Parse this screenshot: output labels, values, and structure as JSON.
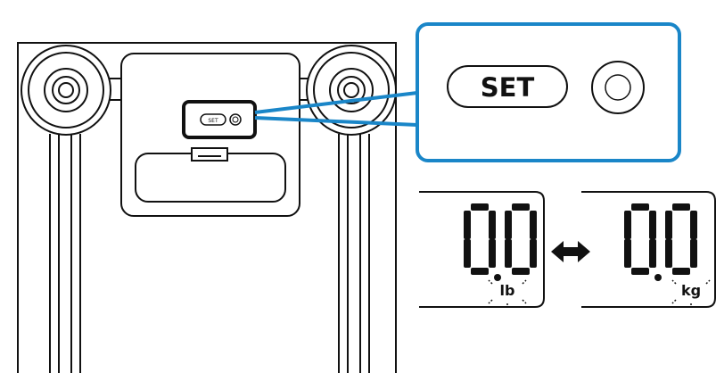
{
  "panel": {
    "set_button_label": "SET",
    "set_button_small_label": "SET"
  },
  "displays": [
    {
      "reading": "0.0",
      "unit": "lb"
    },
    {
      "reading": "0.0",
      "unit": "kg"
    }
  ],
  "toggle_arrow": "↔",
  "colors": {
    "callout_border": "#1a86c8",
    "line": "#111111",
    "background": "#ffffff"
  },
  "icons": [
    "set-button-icon",
    "unit-toggle-button-icon",
    "double-arrow-icon",
    "blink-rays-icon"
  ]
}
